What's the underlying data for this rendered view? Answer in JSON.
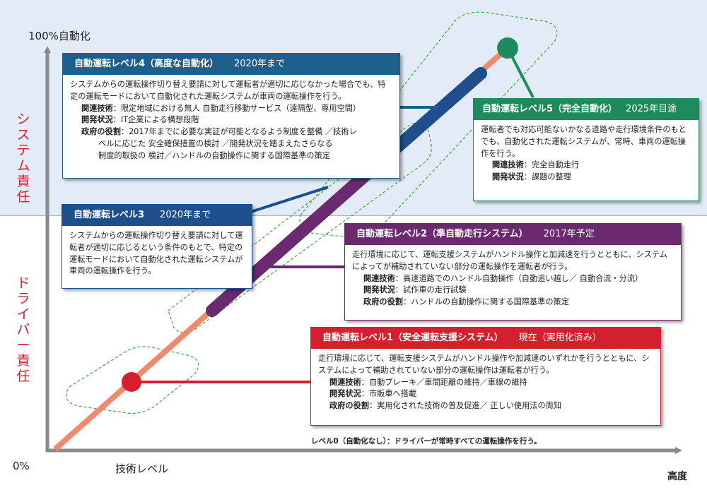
{
  "axes": {
    "y_top": "100%自動化",
    "y_origin": "0%",
    "x_label": "技術レベル",
    "x_end": "高度",
    "zone_system": "システム責任",
    "zone_driver": "ドライバー責任"
  },
  "colors": {
    "system_zone": "#e3ecf6",
    "level1": "#d4202e",
    "level2": "#6b2a6f",
    "level3": "#1f4e8c",
    "level4": "#1b5f8a",
    "level5": "#1e8a5c",
    "base_line": "#f08a6e",
    "responsibility_text": "#d4202e"
  },
  "levels": {
    "level4": {
      "title": "自動運転レベル4（高度な自動化）",
      "target": "2020年まで",
      "description": "システムからの運転操作切り替え要請に対して運転者が適切に応じなかった場合でも、特定の運転モードにおいて自動化された運転システムが車両の運転操作を行う。",
      "items": [
        {
          "label": "関連技術",
          "text": "：限定地域における無人 自動走行移動サービス（遠隔型、専用空間）"
        },
        {
          "label": "開発状況",
          "text": "：IT企業による構想段階"
        },
        {
          "label": "政府の役割",
          "text": "：2017年までに必要な実証が可能となるよう制度を整備 ／技術レ"
        }
      ],
      "continuation": [
        "ベルに応じた 安全確保措置の検討 ／開発状況を踏まえたさらなる",
        "制度的取扱の 検討／ハンドルの自動操作に関する国際基準の策定"
      ]
    },
    "level5": {
      "title": "自動運転レベル5（完全自動化）",
      "target": "2025年目途",
      "description": "運転者でも対応可能ないかなる道路や走行環境条件のもとでも、自動化された運転システムが、常時、車両の運転操作を行う。",
      "items": [
        {
          "label": "関連技術",
          "text": "：完全自動走行"
        },
        {
          "label": "開発状況",
          "text": "：課題の整理"
        }
      ]
    },
    "level3": {
      "title": "自動運転レベル3",
      "target": "2020年まで",
      "description": "システムからの運転操作切り替え要請に対して運転者が適切に応じるという条件のもとで、特定の運転モードにおいて自動化された運転システムが車両の運転操作を行う。"
    },
    "level2": {
      "title": "自動運転レベル2（準自動走行システム）",
      "target": "2017年予定",
      "description": "走行環境に応じて、運転支援システムがハンドル操作と加減速を行うとともに、システムによってが補助されていない部分の運転操作を運転者が行う。",
      "items": [
        {
          "label": "関連技術",
          "text": "：高速道路でのハンドル自動操作（自動追い越し／ 自動合流・分流）"
        },
        {
          "label": "開発状況",
          "text": "：試作車の走行試験"
        },
        {
          "label": "政府の役割",
          "text": "：ハンドルの自動操作に関する国際基準の策定"
        }
      ]
    },
    "level1": {
      "title": "自動運転レベル1（安全運転支援システム）",
      "target": "現在（実用化済み）",
      "description": "走行環境に応じて、運転支援システムがハンドル操作や加減速のいずれかを行うとともに、システムによって補助されていない部分の運転操作は運転者が行う。",
      "items": [
        {
          "label": "関連技術",
          "text": "：自動ブレーキ／車間距離の維持／車線の維持"
        },
        {
          "label": "開発状況",
          "text": "：市販車へ搭載"
        },
        {
          "label": "政府の役割",
          "text": "：実用化された技術の普及促進／ 正しい使用法の周知"
        }
      ]
    }
  },
  "level0_note": "レベル0（自動化なし）：ドライバーが常時すべての運転操作を行う。"
}
